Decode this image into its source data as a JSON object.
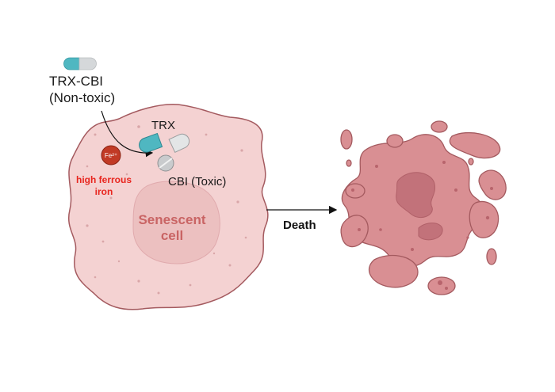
{
  "prodrug": {
    "line1": "TRX-CBI",
    "line2": "(Non-toxic)"
  },
  "trx_label": "TRX",
  "cbi_label": "CBI (Toxic)",
  "iron": {
    "symbol": "Fe²⁺",
    "line1": "high ferrous",
    "line2": "iron"
  },
  "cell": {
    "line1": "Senescent",
    "line2": "cell"
  },
  "death_label": "Death",
  "colors": {
    "cell_fill": "#f4d2d2",
    "cell_stroke": "#a45a5f",
    "nucleus_fill": "#ecc0c0",
    "debris_fill": "#d98f93",
    "debris_dark": "#c2727a",
    "capsule_teal": "#4fb7c1",
    "capsule_gray": "#d5d8da",
    "iron_red": "#e8261f",
    "fe_ion": "#c13a25"
  },
  "icons": [
    "capsule-icon",
    "fe-ion-icon",
    "arrow-icon"
  ]
}
